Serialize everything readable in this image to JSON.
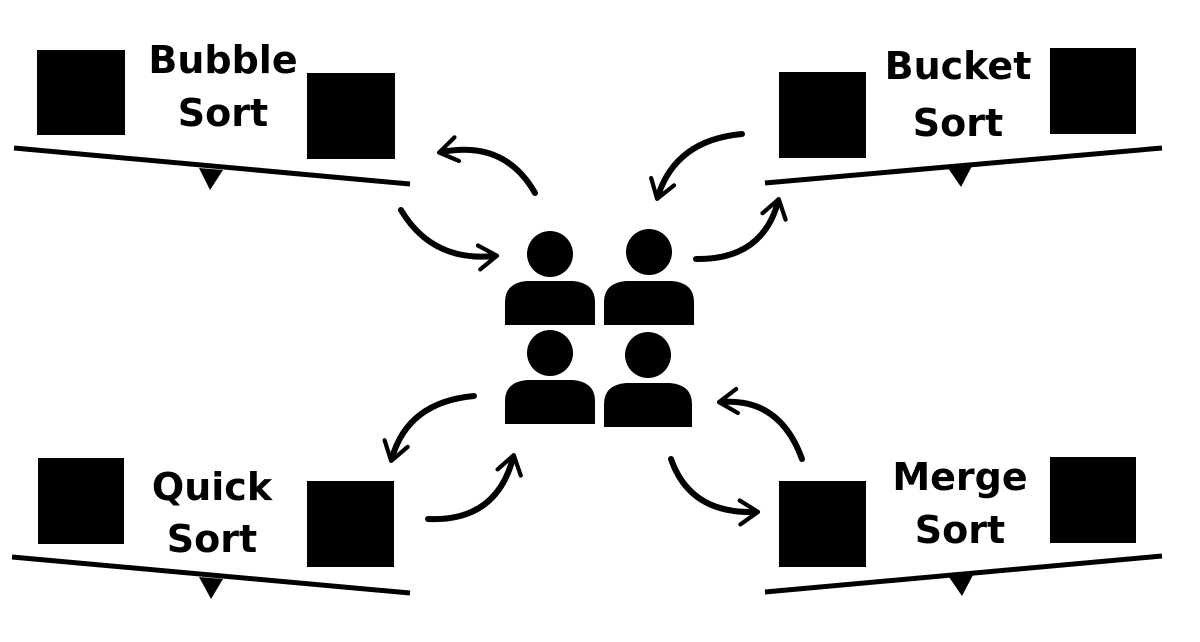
{
  "colors": {
    "ink": "#000000",
    "background": "#ffffff"
  },
  "center_icon": "group-of-four-people-icon",
  "stations": {
    "bubble": {
      "line1": "Bubble",
      "line2": "Sort",
      "icon": "seesaw-balance-icon"
    },
    "bucket": {
      "line1": "Bucket",
      "line2": "Sort",
      "icon": "seesaw-balance-icon"
    },
    "quick": {
      "line1": "Quick",
      "line2": "Sort",
      "icon": "seesaw-balance-icon"
    },
    "merge": {
      "line1": "Merge",
      "line2": "Sort",
      "icon": "seesaw-balance-icon"
    }
  }
}
